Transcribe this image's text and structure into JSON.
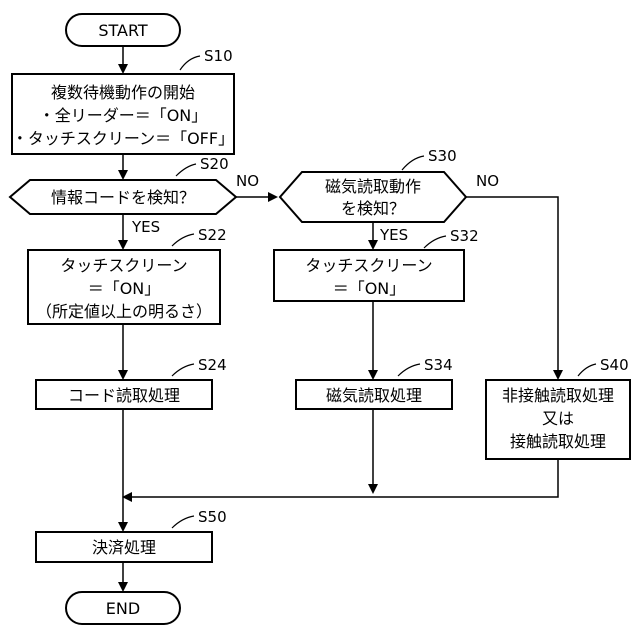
{
  "nodes": {
    "start": {
      "text": "START"
    },
    "s10": {
      "step": "S10",
      "lines": [
        "複数待機動作の開始",
        "・全リーダー＝「ON」",
        "・タッチスクリーン＝「OFF」"
      ]
    },
    "s20": {
      "step": "S20",
      "lines": [
        "情報コードを検知？"
      ]
    },
    "s22": {
      "step": "S22",
      "lines": [
        "タッチスクリーン",
        "＝「ON」",
        "（所定値以上の明るさ）"
      ]
    },
    "s24": {
      "step": "S24",
      "lines": [
        "コード読取処理"
      ]
    },
    "s30": {
      "step": "S30",
      "lines": [
        "磁気読取動作",
        "を検知？"
      ]
    },
    "s32": {
      "step": "S32",
      "lines": [
        "タッチスクリーン",
        "＝「ON」"
      ]
    },
    "s34": {
      "step": "S34",
      "lines": [
        "磁気読取処理"
      ]
    },
    "s40": {
      "step": "S40",
      "lines": [
        "非接触読取処理",
        "又は",
        "接触読取処理"
      ]
    },
    "s50": {
      "step": "S50",
      "lines": [
        "決済処理"
      ]
    },
    "end": {
      "text": "END"
    }
  },
  "branches": {
    "s20_yes": "YES",
    "s20_no": "NO",
    "s30_yes": "YES",
    "s30_no": "NO"
  }
}
